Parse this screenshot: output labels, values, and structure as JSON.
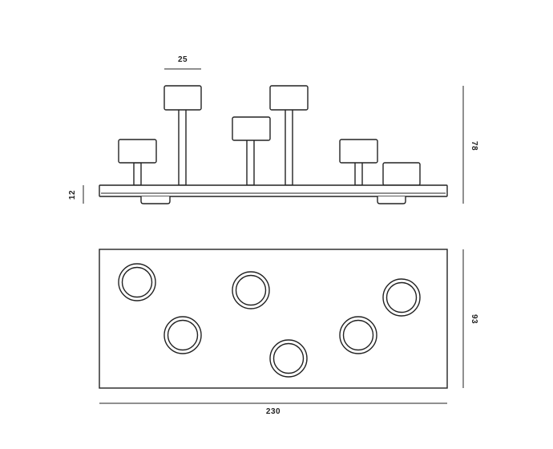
{
  "drawing": {
    "stroke_color": "#222222",
    "background": "#ffffff",
    "dimensions": {
      "shade_width": "25",
      "total_height": "78",
      "base_thickness": "12",
      "depth": "93",
      "length": "230"
    },
    "front_view": {
      "lamp_count": 6
    },
    "top_view": {
      "lamp_count": 6
    }
  }
}
